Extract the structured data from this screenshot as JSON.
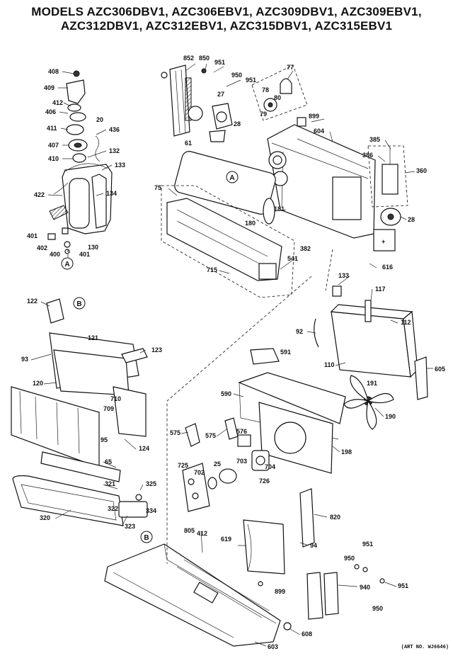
{
  "title_line1": "MODELS AZC306DBV1, AZC306EBV1, AZC309DBV1, AZC309EBV1,",
  "title_line2": "AZC312DBV1, AZC312EBV1, AZC315DBV1, AZC315EBV1",
  "art_no": "(ART NO. WJ6646)",
  "callouts": [
    "A",
    "B",
    "B",
    "A"
  ],
  "part_labels": [
    "408",
    "409",
    "412",
    "406",
    "411",
    "407",
    "410",
    "436",
    "20",
    "132",
    "133",
    "422",
    "134",
    "401",
    "402",
    "400",
    "401",
    "130",
    "852",
    "850",
    "951",
    "950",
    "951",
    "77",
    "27",
    "78",
    "80",
    "79",
    "28",
    "61",
    "899",
    "604",
    "385",
    "386",
    "360",
    "75",
    "181",
    "180",
    "28",
    "382",
    "541",
    "715",
    "616",
    "122",
    "121",
    "123",
    "93",
    "120",
    "710",
    "709",
    "95",
    "124",
    "133",
    "117",
    "92",
    "112",
    "110",
    "591",
    "191",
    "605",
    "590",
    "190",
    "575",
    "575",
    "576",
    "198",
    "65",
    "321",
    "325",
    "320",
    "322",
    "334",
    "323",
    "725",
    "702",
    "25",
    "703",
    "704",
    "726",
    "820",
    "619",
    "94",
    "805",
    "412",
    "951",
    "950",
    "940",
    "951",
    "950",
    "899",
    "608",
    "603"
  ]
}
